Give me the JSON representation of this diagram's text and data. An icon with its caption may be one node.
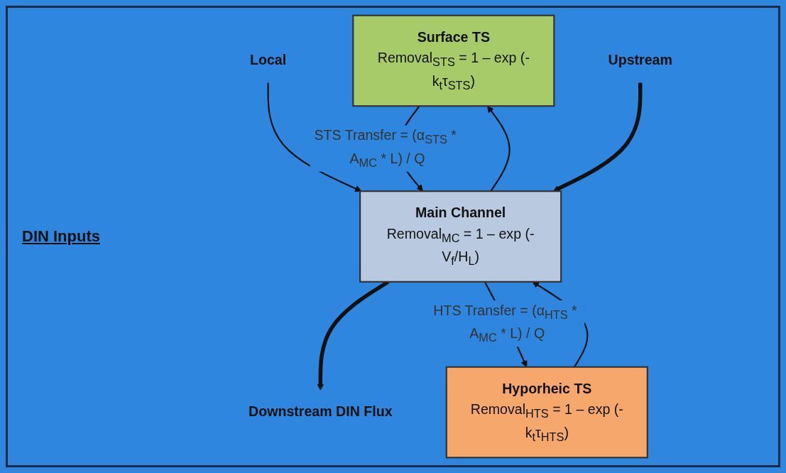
{
  "diagram": {
    "nodes": [
      {
        "text": [
          "Surface TS",
          "Removal$_{STS}$ = 1 – exp (-k$_{t}$τ$_{STS}$)"
        ]
      },
      {
        "text": [
          "Local"
        ]
      },
      {
        "text": [
          "Upstream"
        ]
      },
      {
        "text": [
          "Main Channel",
          "Removal$_{MC}$ = 1 – exp (-V$_{f}$/H$_{L}$)"
        ]
      },
      {
        "text": [
          "Downstream DIN Flux"
        ]
      },
      {
        "text": [
          "Hyporheic TS",
          "Removal$_{HTS}$ = 1 – exp (-k$_{t}$τ$_{HTS}$)"
        ]
      }
    ],
    "edges": [
      {
        "from": 3,
        "to": 0,
        "arrow": "to"
      },
      {
        "from": 0,
        "to": 3,
        "arrow": "to",
        "label": "STS Transfer = (α$_{STS}$ * A$_{MC}$ * L) / Q"
      },
      {
        "from": 1,
        "to": 3,
        "arrow": "to"
      },
      {
        "from": 2,
        "to": 3,
        "arrow": "to",
        "style": "thick"
      },
      {
        "from": 3,
        "to": 4,
        "arrow": "to",
        "style": "thick"
      },
      {
        "from": 5,
        "to": 3,
        "arrow": "to"
      },
      {
        "from": 3,
        "to": 5,
        "arrow": "to",
        "label": "HTS Transfer = (α$_{HTS}$ * A$_{MC}$ * L) / Q"
      }
    ],
    "labels": [
      "DIN Inputs"
    ]
  }
}
